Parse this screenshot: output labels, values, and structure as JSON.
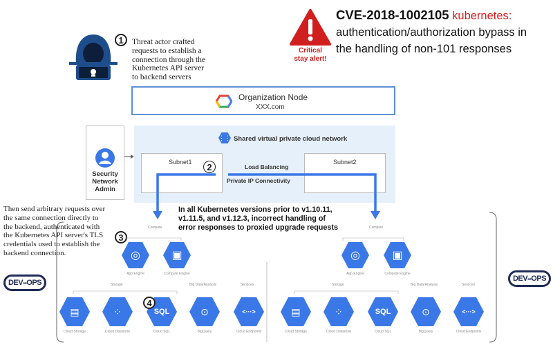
{
  "header": {
    "cve_id": "CVE-2018-1002105",
    "product": "kubernetes:",
    "description_line1": "authentication/authorization bypass in",
    "description_line2": "the handling of non-101 responses",
    "alert_line1": "Critical",
    "alert_line2": "stay alert!"
  },
  "steps": {
    "step1": {
      "number": "1",
      "text_lines": [
        "Threat actor crafted",
        "requests to establish a",
        "connection through the",
        "Kubernetes API server",
        "to backend servers"
      ]
    },
    "step2": {
      "number": "2"
    },
    "step3": {
      "number": "3",
      "text_lines": [
        "Then send arbitrary requests over",
        "the same connection directly to",
        "the backend, authenticated with",
        "the Kubernetes API server's TLS",
        "credentials used to establish the",
        "backend connection."
      ]
    },
    "step4": {
      "number": "4"
    }
  },
  "org_node": {
    "title": "Organization Node",
    "domain": "XXX.com"
  },
  "admin": {
    "label_lines": [
      "Security",
      "Network",
      "Admin"
    ]
  },
  "vpc": {
    "title": "Shared virtual private cloud network",
    "subnet1": "Subnet1",
    "subnet2": "Subnet2",
    "load_balancing": "Load Balancing",
    "private_ip": "Private IP Connectivity"
  },
  "vuln_note": {
    "lines": [
      "In all Kubernetes versions prior to v1.10.11,",
      "v1.11.5, and v1.12.3, incorrect handling of",
      "error responses to proxied upgrade requests"
    ]
  },
  "project_left": {
    "compute_label": "Compute",
    "storage_label": "Storage",
    "bigdata_label": "Big Data/Analysis",
    "services_label": "Services",
    "compute": [
      {
        "label": "App Engine",
        "icon": "app-engine-icon"
      },
      {
        "label": "Compute Engine",
        "icon": "compute-engine-icon"
      }
    ],
    "storage": [
      {
        "label": "Cloud Storage",
        "icon": "cloud-storage-icon"
      },
      {
        "label": "Cloud Datastore",
        "icon": "cloud-datastore-icon"
      },
      {
        "label": "Cloud SQL",
        "icon": "cloud-sql-icon",
        "glyph": "SQL"
      },
      {
        "label": "BigQuery",
        "icon": "bigquery-icon"
      },
      {
        "label": "Cloud Endpoints",
        "icon": "cloud-endpoints-icon",
        "glyph": "<···>"
      }
    ]
  },
  "project_right": {
    "compute_label": "Compute",
    "storage_label": "Storage",
    "bigdata_label": "Big Data/Analysis",
    "services_label": "Services",
    "compute": [
      {
        "label": "App Engine",
        "icon": "app-engine-icon"
      },
      {
        "label": "Compute Engine",
        "icon": "compute-engine-icon"
      }
    ],
    "storage": [
      {
        "label": "Cloud Storage",
        "icon": "cloud-storage-icon"
      },
      {
        "label": "Cloud Datastore",
        "icon": "cloud-datastore-icon"
      },
      {
        "label": "Cloud SQL",
        "icon": "cloud-sql-icon",
        "glyph": "SQL"
      },
      {
        "label": "BigQuery",
        "icon": "bigquery-icon"
      },
      {
        "label": "Cloud Endpoints",
        "icon": "cloud-endpoints-icon",
        "glyph": "<···>"
      }
    ]
  },
  "devops": {
    "left": "DEV",
    "right": "OPS"
  },
  "colors": {
    "accent_blue": "#3b78e7",
    "alert_red": "#d11f1f",
    "vpc_bg": "#e6f0fb",
    "box_border": "#5b8fd6"
  }
}
